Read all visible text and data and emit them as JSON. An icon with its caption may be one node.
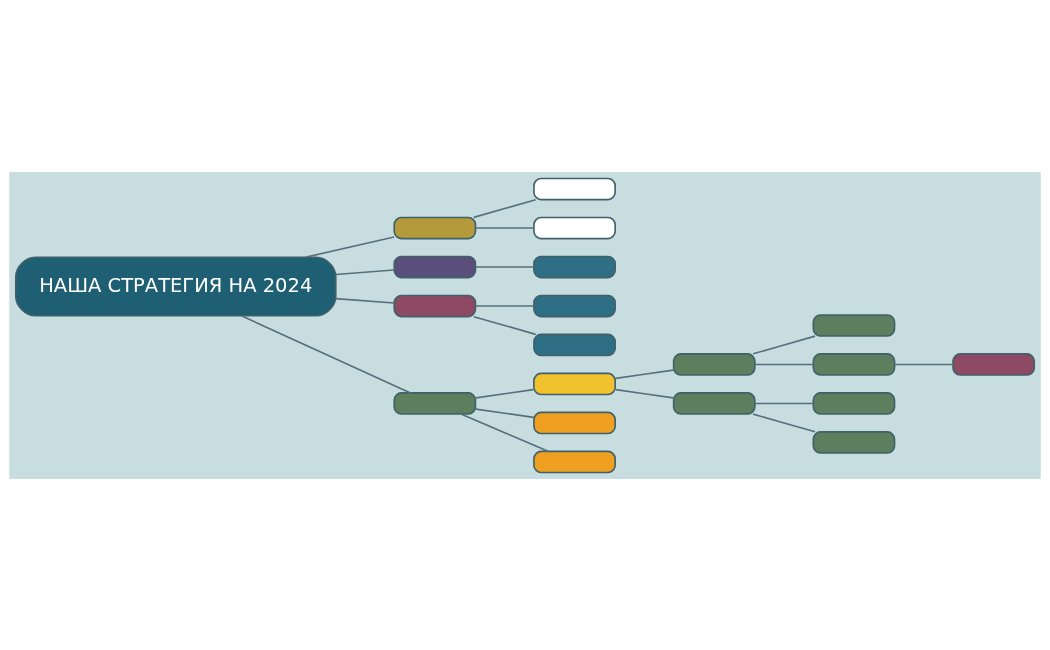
{
  "diagram": {
    "nodes": [
      {
        "text": [
          "НАША СТРАТЕГИЯ НА 2024"
        ]
      },
      {
        "text": [],
        "shape": "box"
      },
      {
        "text": [],
        "shape": "box"
      },
      {
        "text": [],
        "shape": "box"
      },
      {
        "text": [],
        "shape": "box"
      },
      {
        "text": [],
        "shape": "box"
      },
      {
        "text": [],
        "shape": "box"
      },
      {
        "text": [],
        "shape": "box"
      },
      {
        "text": [],
        "shape": "box"
      },
      {
        "text": [],
        "shape": "box"
      },
      {
        "text": [],
        "shape": "box"
      },
      {
        "text": [],
        "shape": "box"
      },
      {
        "text": [],
        "shape": "box"
      },
      {
        "text": [],
        "shape": "box"
      },
      {
        "text": [],
        "shape": "box"
      },
      {
        "text": [],
        "shape": "box"
      },
      {
        "text": [],
        "shape": "box"
      },
      {
        "text": [],
        "shape": "box"
      },
      {
        "text": [],
        "shape": "box"
      },
      {
        "text": [],
        "shape": "box"
      }
    ],
    "edges": [
      {
        "from": 0,
        "to": 1,
        "arrow": "none"
      },
      {
        "from": 1,
        "to": 2,
        "arrow": "none"
      },
      {
        "from": 1,
        "to": 3,
        "arrow": "none"
      },
      {
        "from": 0,
        "to": 4,
        "arrow": "none"
      },
      {
        "from": 4,
        "to": 5,
        "arrow": "none"
      },
      {
        "from": 0,
        "to": 6,
        "arrow": "none"
      },
      {
        "from": 6,
        "to": 7,
        "arrow": "none"
      },
      {
        "from": 6,
        "to": 8,
        "arrow": "none"
      },
      {
        "from": 0,
        "to": 9,
        "arrow": "none"
      },
      {
        "from": 9,
        "to": 10,
        "arrow": "none"
      },
      {
        "from": 10,
        "to": 11,
        "arrow": "none"
      },
      {
        "from": 10,
        "to": 12,
        "arrow": "none"
      },
      {
        "from": 9,
        "to": 13,
        "arrow": "none"
      },
      {
        "from": 9,
        "to": 14,
        "arrow": "none"
      },
      {
        "from": 11,
        "to": 15,
        "arrow": "none"
      },
      {
        "from": 11,
        "to": 16,
        "arrow": "none"
      },
      {
        "from": 16,
        "to": 17,
        "arrow": "none"
      },
      {
        "from": 12,
        "to": 18,
        "arrow": "none"
      },
      {
        "from": 12,
        "to": 19,
        "arrow": "none"
      }
    ]
  }
}
